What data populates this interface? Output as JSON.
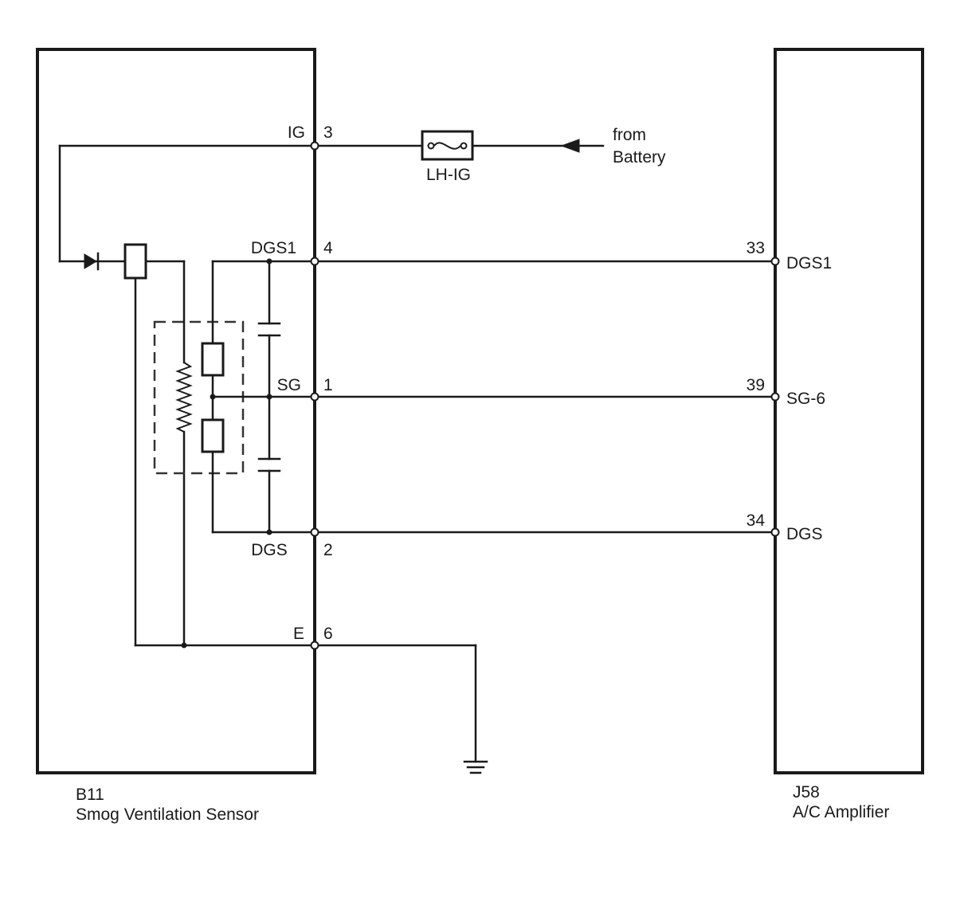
{
  "components": {
    "sensor": {
      "connector": "B11",
      "name": "Smog Ventilation Sensor",
      "pins": {
        "ig": {
          "name": "IG",
          "num": "3"
        },
        "dgs1": {
          "name": "DGS1",
          "num": "4"
        },
        "sg": {
          "name": "SG",
          "num": "1"
        },
        "dgs": {
          "name": "DGS",
          "num": "2"
        },
        "e": {
          "name": "E",
          "num": "6"
        }
      }
    },
    "amplifier": {
      "connector": "J58",
      "name": "A/C Amplifier",
      "pins": {
        "dgs1": {
          "name": "DGS1",
          "num": "33"
        },
        "sg": {
          "name": "SG-6",
          "num": "39"
        },
        "dgs": {
          "name": "DGS",
          "num": "34"
        }
      }
    }
  },
  "fuse": {
    "label": "LH-IG"
  },
  "battery": {
    "line1": "from",
    "line2": "Battery"
  }
}
